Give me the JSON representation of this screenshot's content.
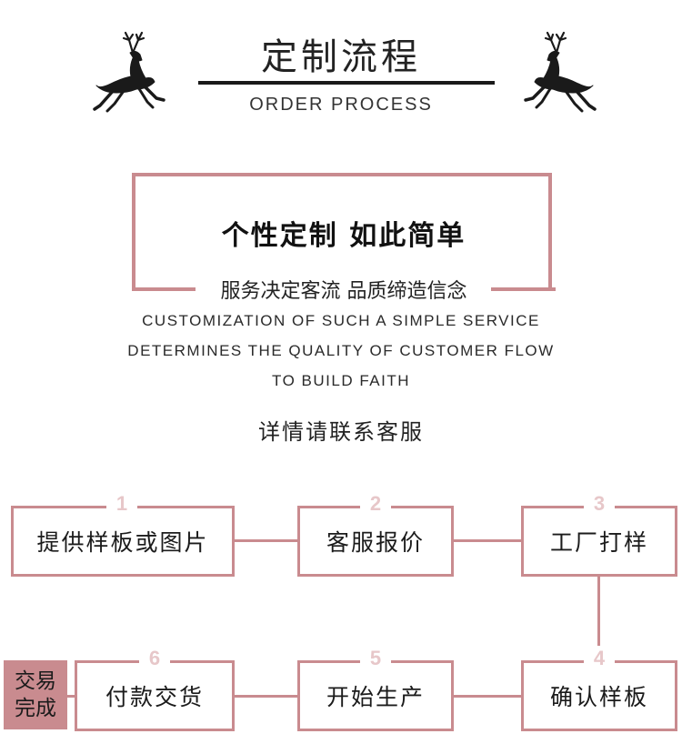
{
  "header": {
    "title": "定制流程",
    "subtitle": "ORDER PROCESS"
  },
  "slogan": {
    "main": "个性定制 如此简单",
    "sub": "服务决定客流 品质缔造信念",
    "english": [
      "CUSTOMIZATION OF SUCH A SIMPLE SERVICE",
      "DETERMINES THE QUALITY OF CUSTOMER FLOW",
      "TO BUILD FAITH"
    ],
    "contact": "详情请联系客服"
  },
  "flow": {
    "steps": [
      {
        "number": "1",
        "label": "提供样板或图片"
      },
      {
        "number": "2",
        "label": "客服报价"
      },
      {
        "number": "3",
        "label": "工厂打样"
      },
      {
        "number": "4",
        "label": "确认样板"
      },
      {
        "number": "5",
        "label": "开始生产"
      },
      {
        "number": "6",
        "label": "付款交货"
      }
    ],
    "done": [
      "交易",
      "完成"
    ]
  },
  "colors": {
    "accent": "#c98b8f",
    "number": "#e7c7c9",
    "text": "#1b1b1b"
  },
  "icons": [
    "deer-icon"
  ]
}
